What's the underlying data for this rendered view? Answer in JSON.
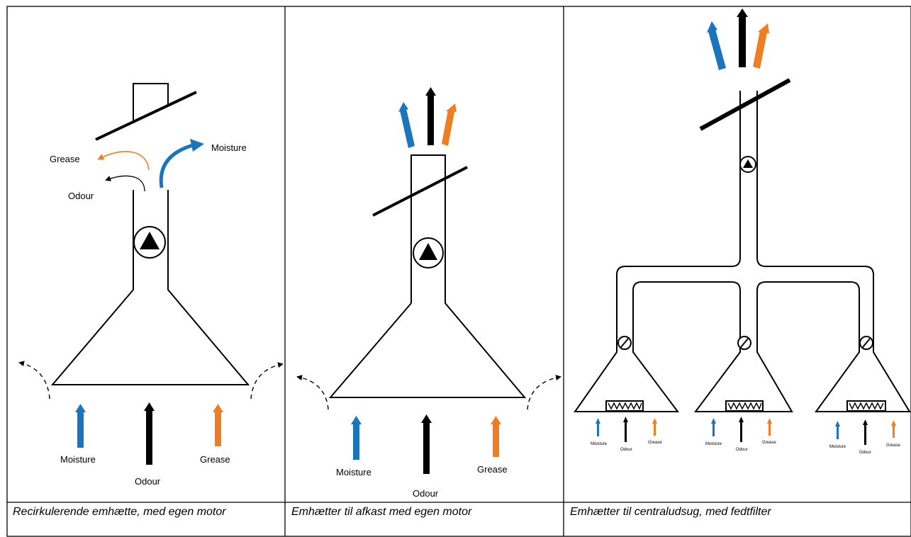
{
  "panels": [
    {
      "caption": "Recirkulerende emhætte, med egen motor",
      "labels": {
        "grease_out": "Grease",
        "moisture_out": "Moisture",
        "odour_out": "Odour",
        "moisture_in": "Moisture",
        "odour_in": "Odour",
        "grease_in": "Grease"
      }
    },
    {
      "caption": "Emhætter til afkast med egen motor",
      "labels": {
        "moisture_in": "Moisture",
        "odour_in": "Odour",
        "grease_in": "Grease"
      }
    },
    {
      "caption": "Emhætter til centraludsug, med fedtfilter",
      "hoods": [
        {
          "moisture": "Moisture",
          "odour": "Odour",
          "grease": "Grease"
        },
        {
          "moisture": "Moisture",
          "odour": "Odour",
          "grease": "Grease"
        },
        {
          "moisture": "Moisture",
          "odour": "Odour",
          "grease": "Grease"
        }
      ]
    }
  ],
  "colors": {
    "moisture": "#1a75bc",
    "odour": "#000000",
    "grease": "#ef7d22",
    "line": "#000000"
  },
  "icons": {
    "fan": "fan-symbol-icon",
    "damper": "damper-valve-icon",
    "filter": "grease-filter-icon"
  }
}
